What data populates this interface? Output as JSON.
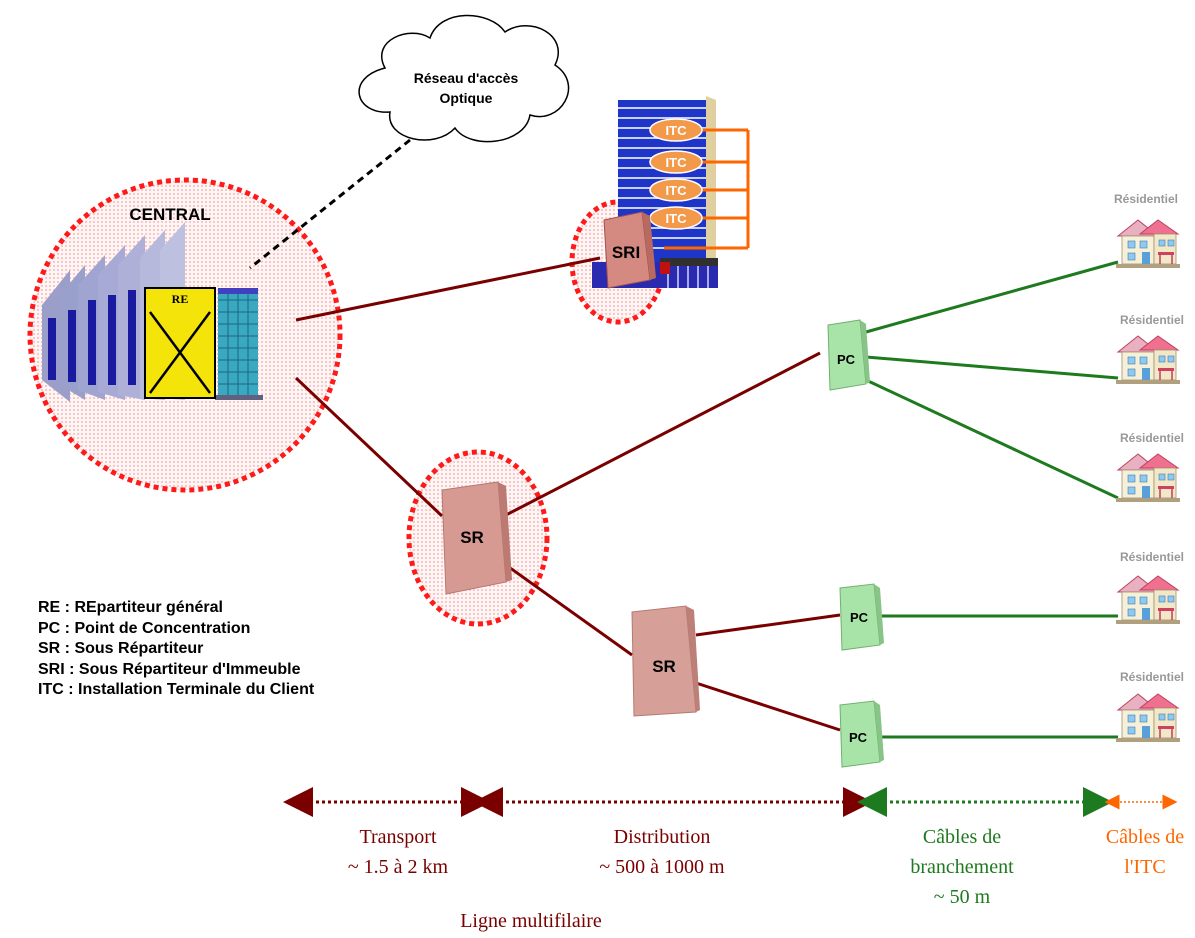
{
  "cloud": {
    "line1": "Réseau d'accès",
    "line2": "Optique"
  },
  "central": {
    "title": "CENTRAL",
    "re_label": "RE"
  },
  "sri": {
    "label": "SRI"
  },
  "itc_labels": [
    "ITC",
    "ITC",
    "ITC",
    "ITC"
  ],
  "sr_labels": [
    "SR",
    "SR"
  ],
  "pc_labels": [
    "PC",
    "PC",
    "PC"
  ],
  "residential_labels": [
    "Résidentiel",
    "Résidentiel",
    "Résidentiel",
    "Résidentiel",
    "Résidentiel"
  ],
  "legend": [
    "RE : REpartiteur général",
    "PC : Point de Concentration",
    "SR : Sous Répartiteur",
    "SRI : Sous Répartiteur d'Immeuble",
    "ITC : Installation Terminale du Client"
  ],
  "segments": {
    "transport": {
      "line1": "Transport",
      "line2": "~ 1.5 à 2 km"
    },
    "distribution": {
      "line1": "Distribution",
      "line2": "~ 500 à 1000 m"
    },
    "branchement": {
      "line1": "Câbles de",
      "line2": "branchement",
      "line3": "~ 50 m"
    },
    "itc": {
      "line1": "Câbles de",
      "line2": "l'ITC"
    },
    "multifilaire": "Ligne multifilaire"
  },
  "colors": {
    "line_red": "#7a0000",
    "line_green": "#1e7a1e",
    "itc_orange": "#ff6600",
    "dotted_circle": "#ff1a1a",
    "label_grey": "#999999"
  }
}
